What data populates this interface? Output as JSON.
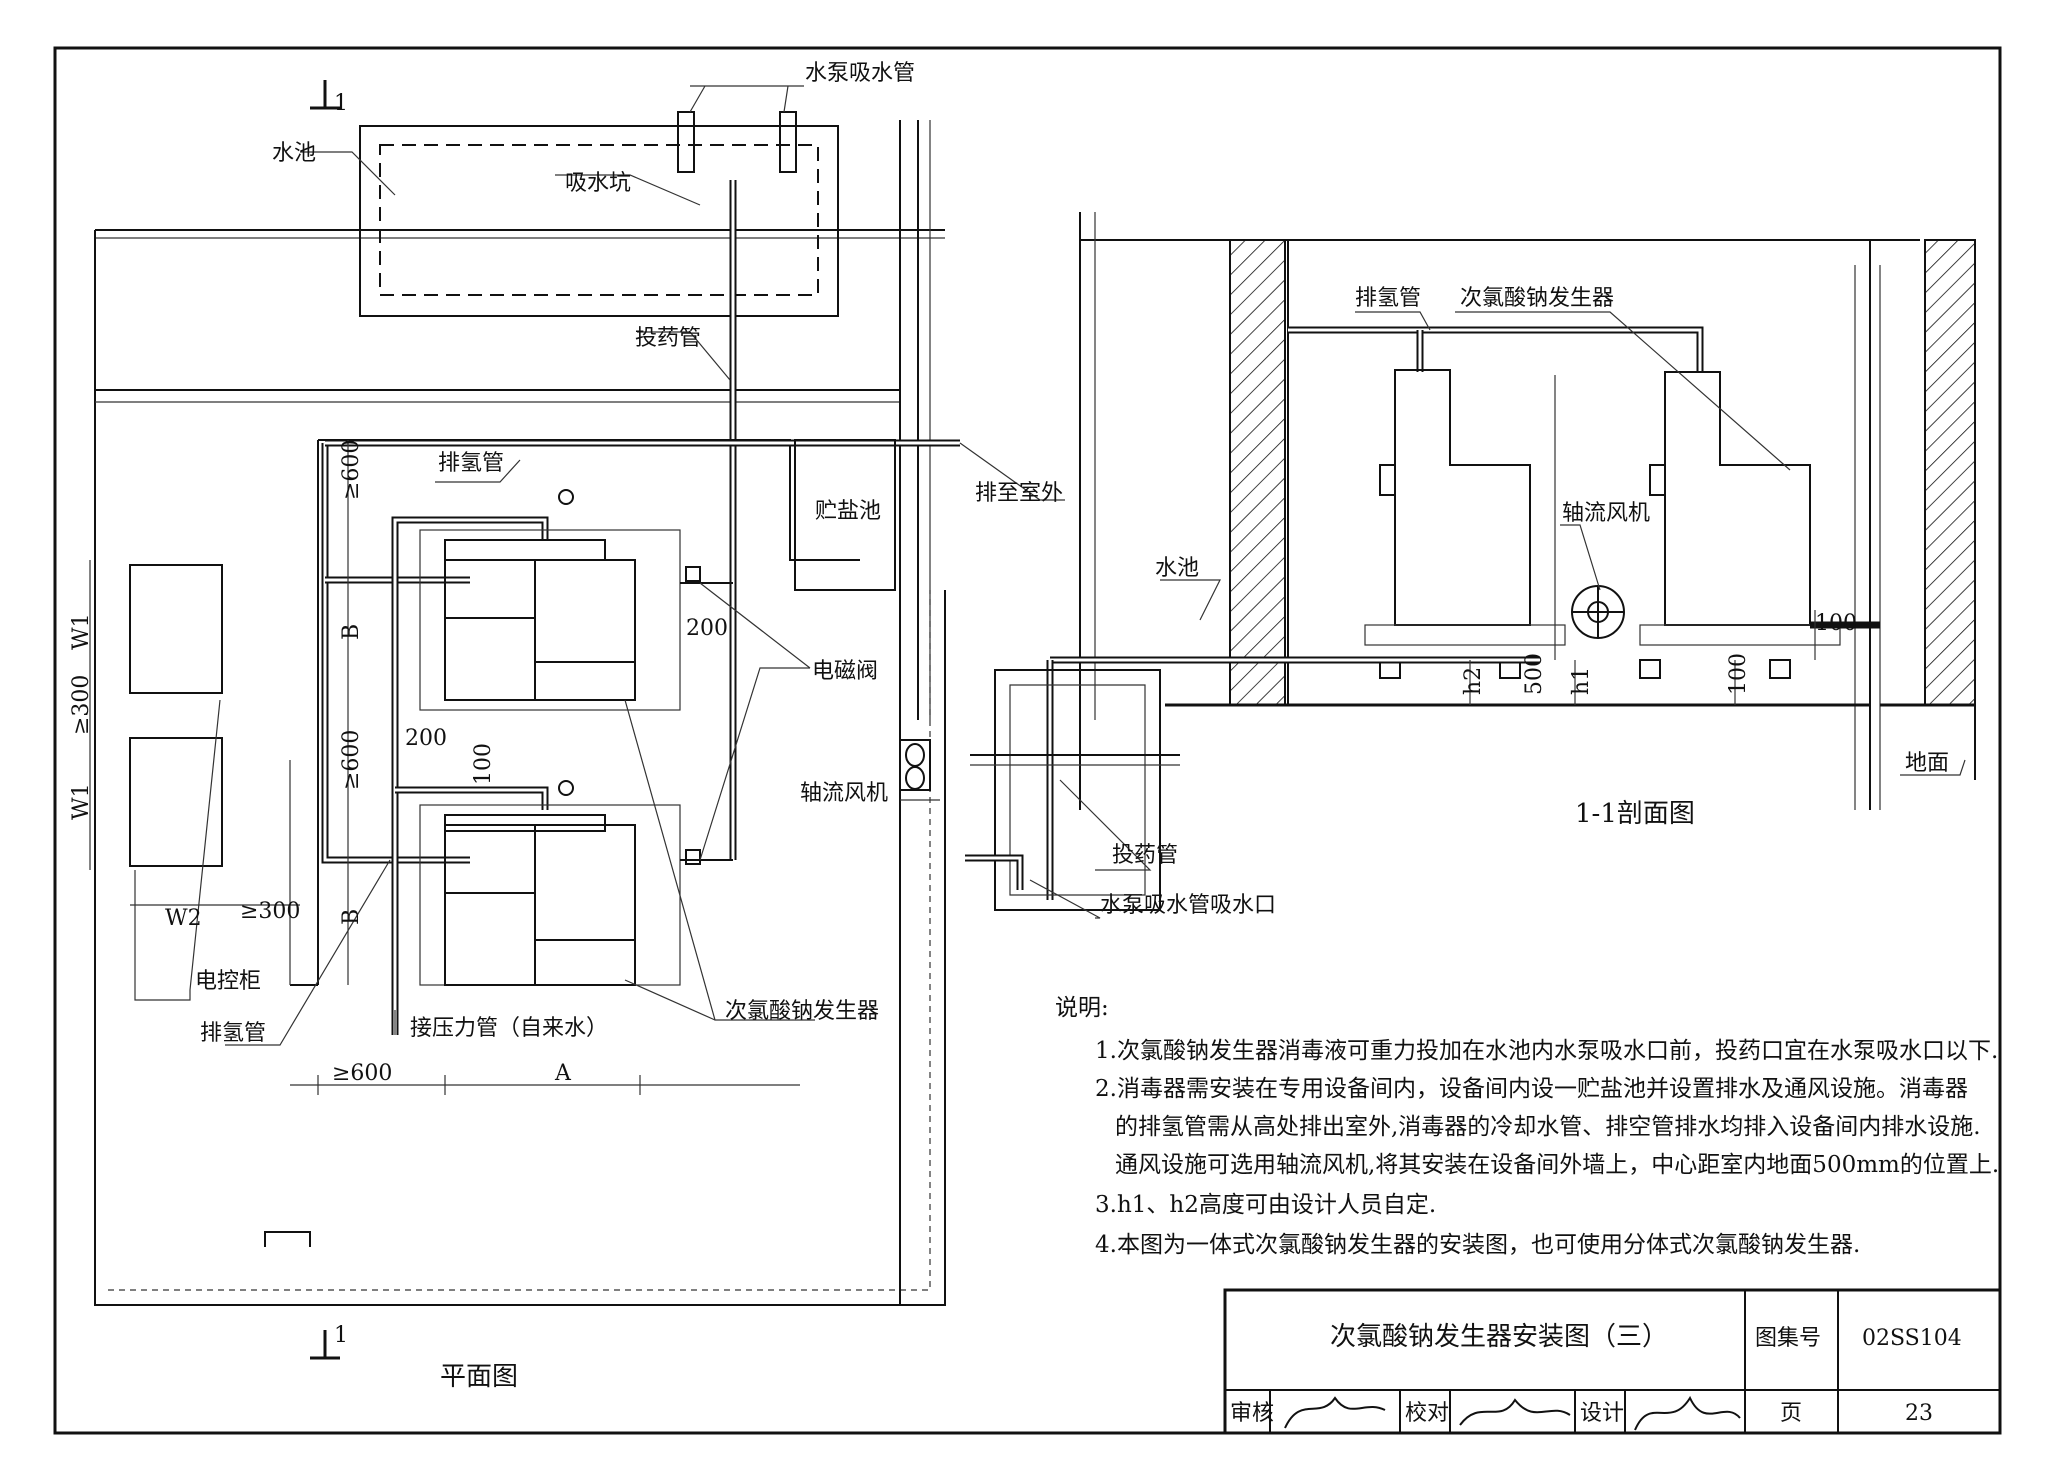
{
  "plan": {
    "section_mark": "1",
    "title": "平面图",
    "labels": {
      "pool": "水池",
      "pump_suction": "水泵吸水管",
      "suction_pit": "吸水坑",
      "dosing_pipe": "投药管",
      "h2_pipe_top": "排氢管",
      "h2_pipe_bottom": "排氢管",
      "to_outdoor": "排至室外",
      "brine_tank": "贮盐池",
      "solenoid_valve": "电磁阀",
      "axial_fan": "轴流风机",
      "generator": "次氯酸钠发生器",
      "control_cabinet": "电控柜",
      "pressure_pipe": "接压力管（自来水）"
    },
    "dims": {
      "d600a": "≥600",
      "d600b": "≥600",
      "d600c": "≥600",
      "d300a": "≥300",
      "d300b": "≥300",
      "d200a": "200",
      "d200b": "200",
      "d100": "100",
      "B1": "B",
      "B2": "B",
      "W1a": "W1",
      "W1b": "W1",
      "W2": "W2",
      "A": "A"
    }
  },
  "section": {
    "title": "1-1剖面图",
    "labels": {
      "h2_pipe": "排氢管",
      "generator": "次氯酸钠发生器",
      "axial_fan": "轴流风机",
      "pool": "水池",
      "dosing_pipe": "投药管",
      "suction_inlet": "水泵吸水管吸水口",
      "floor": "地面"
    },
    "dims": {
      "d100a": "100",
      "d100b": "100",
      "d500": "500",
      "h1": "h1",
      "h2": "h2"
    }
  },
  "notes": {
    "heading": "说明:",
    "items": [
      "1.次氯酸钠发生器消毒液可重力投加在水池内水泵吸水口前，投药口宜在水泵吸水口以下.",
      "2.消毒器需安装在专用设备间内，设备间内设一贮盐池并设置排水及通风设施。消毒器",
      "的排氢管需从高处排出室外,消毒器的冷却水管、排空管排水均排入设备间内排水设施.",
      "通风设施可选用轴流风机,将其安装在设备间外墙上，中心距室内地面500mm的位置上.",
      "3.h1、h2高度可由设计人员自定.",
      "4.本图为一体式次氯酸钠发生器的安装图，也可使用分体式次氯酸钠发生器."
    ]
  },
  "title_block": {
    "title": "次氯酸钠发生器安装图（三）",
    "atlas_label": "图集号",
    "atlas_no": "02SS104",
    "review_label": "审核",
    "check_label": "校对",
    "design_label": "设计",
    "page_label": "页",
    "page_no": "23"
  }
}
